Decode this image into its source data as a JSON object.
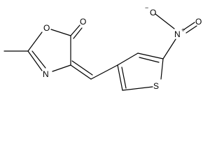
{
  "molecule": {
    "atoms": {
      "ring_oxygen": "O",
      "carbonyl_oxygen": "O",
      "ring_nitrogen": "N",
      "thiophene_sulfur": "S",
      "nitro_nitrogen": "N",
      "nitro_nitrogen_charge": "+",
      "nitro_oxygen_left": "O",
      "nitro_oxygen_left_charge": "−",
      "nitro_oxygen_right": "O"
    }
  }
}
